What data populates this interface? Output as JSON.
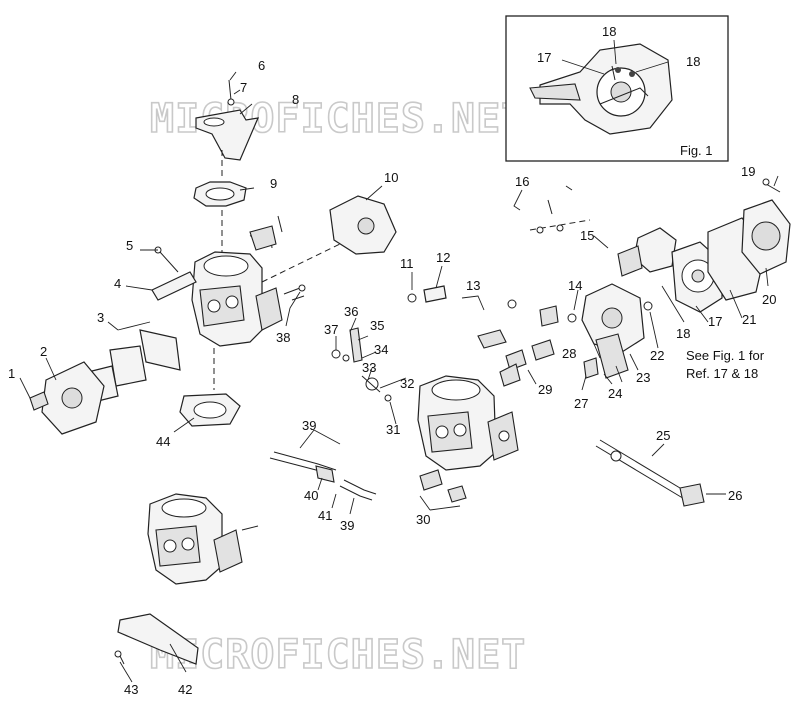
{
  "watermark": {
    "top": "MICROFICHES.NET",
    "bottom": "MICROFICHES.NET"
  },
  "inset": {
    "caption": "Fig. 1",
    "labels": {
      "a": "18",
      "b": "17",
      "c": "18"
    }
  },
  "note": {
    "line1": "See Fig. 1 for",
    "line2": "Ref. 17 & 18"
  },
  "callouts": {
    "c1": "1",
    "c2": "2",
    "c3": "3",
    "c4": "4",
    "c5": "5",
    "c6": "6",
    "c7": "7",
    "c8": "8",
    "c9": "9",
    "c10": "10",
    "c11": "11",
    "c12": "12",
    "c13": "13",
    "c14": "14",
    "c15": "15",
    "c16": "16",
    "c17": "17",
    "c18": "18",
    "c19": "19",
    "c20": "20",
    "c21": "21",
    "c22": "22",
    "c23": "23",
    "c24": "24",
    "c25": "25",
    "c26": "26",
    "c27": "27",
    "c28": "28",
    "c29": "29",
    "c30": "30",
    "c31": "31",
    "c32": "32",
    "c33": "33",
    "c34": "34",
    "c35": "35",
    "c36": "36",
    "c37": "37",
    "c38": "38",
    "c39a": "39",
    "c39b": "39",
    "c40": "40",
    "c41": "41",
    "c42": "42",
    "c43": "43",
    "c44": "44"
  }
}
